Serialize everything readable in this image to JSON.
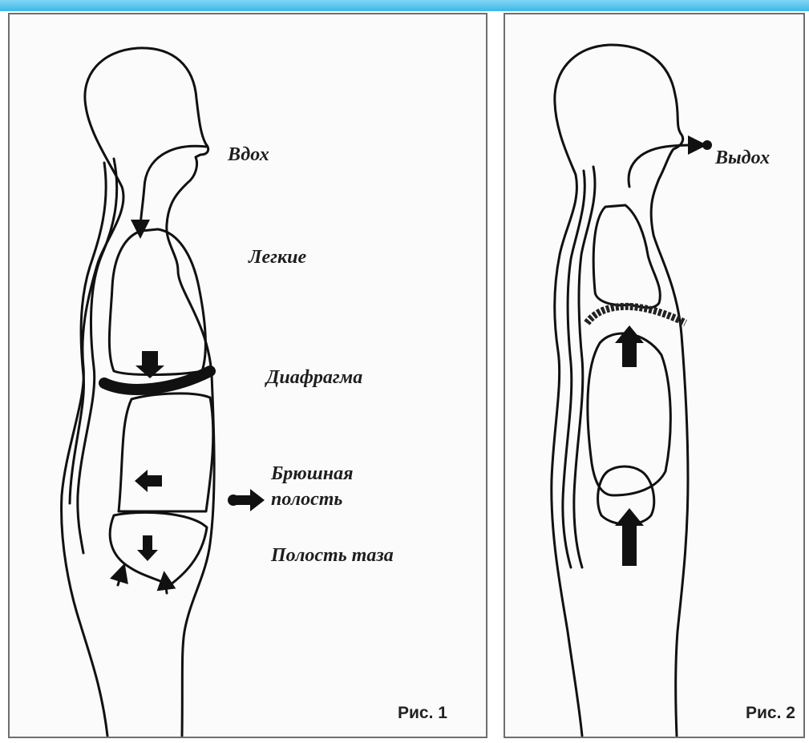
{
  "figure_1": {
    "labels": {
      "inhale": "Вдох",
      "lungs": "Легкие",
      "diaphragm": "Диафрагма",
      "abdominal_line1": "Брюшная",
      "abdominal_line2": "полость",
      "pelvic": "Полость таза"
    },
    "caption": "Рис. 1"
  },
  "figure_2": {
    "labels": {
      "exhale": "Выдох"
    },
    "caption": "Рис. 2"
  }
}
